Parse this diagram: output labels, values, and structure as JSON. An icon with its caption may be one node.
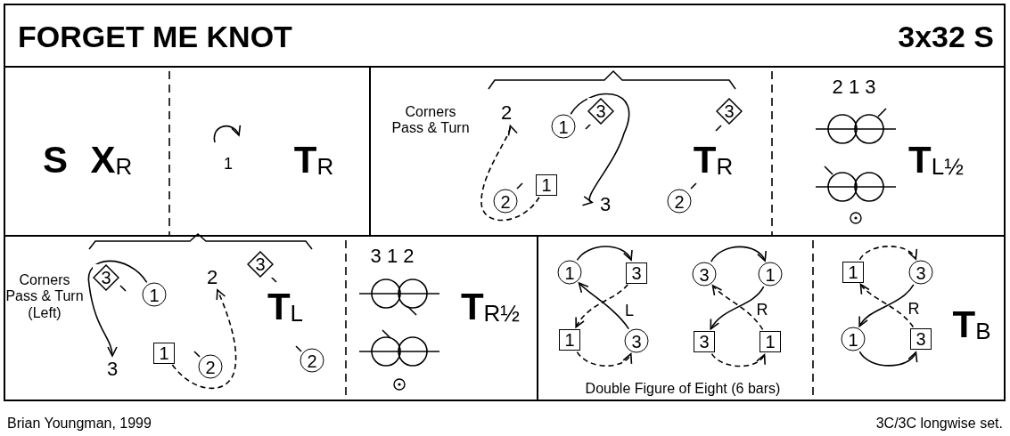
{
  "diagram": {
    "title": "FORGET ME KNOT",
    "nodes": [
      {
        "text": [
          "1"
        ]
      },
      {
        "text": [
          "3"
        ]
      },
      {
        "text": [
          "1"
        ]
      },
      {
        "text": [
          "2"
        ]
      },
      {
        "text": [
          "2"
        ]
      },
      {
        "text": [
          "3"
        ]
      },
      {
        "text": [
          "3"
        ]
      },
      {
        "text": [
          "2"
        ]
      },
      {
        "text": [
          "3"
        ]
      },
      {
        "text": [
          "1"
        ]
      },
      {
        "text": [
          "2"
        ]
      },
      {
        "text": [
          "3"
        ]
      },
      {
        "text": [
          "3"
        ]
      },
      {
        "text": [
          "1"
        ]
      },
      {
        "text": [
          "2"
        ]
      },
      {
        "text": [
          "2"
        ]
      },
      {
        "text": [
          "1"
        ]
      },
      {
        "text": [
          "3"
        ]
      },
      {
        "text": [
          "1"
        ]
      },
      {
        "text": [
          "3"
        ]
      },
      {
        "text": [
          "3"
        ]
      },
      {
        "text": [
          "1"
        ]
      },
      {
        "text": [
          "3"
        ]
      },
      {
        "text": [
          "1"
        ]
      },
      {
        "text": [
          "1"
        ]
      },
      {
        "text": [
          "3"
        ]
      },
      {
        "text": [
          "1"
        ]
      },
      {
        "text": [
          "3"
        ]
      }
    ],
    "edges": [
      {
        "from": 0,
        "to": 5,
        "arrow": "to"
      },
      {
        "from": 2,
        "to": 4,
        "arrow": "to",
        "style": "dashed"
      },
      {
        "from": 9,
        "to": 12,
        "arrow": "to"
      },
      {
        "from": 13,
        "to": 10,
        "arrow": "to",
        "style": "dashed"
      },
      {
        "from": 16,
        "to": 17,
        "arrow": "to"
      },
      {
        "from": 17,
        "to": 18,
        "arrow": "to",
        "style": "dashed"
      },
      {
        "from": 19,
        "to": 16,
        "arrow": "to"
      },
      {
        "from": 18,
        "to": 19,
        "arrow": "to",
        "style": "dashed"
      },
      {
        "from": 20,
        "to": 21,
        "arrow": "to"
      },
      {
        "from": 21,
        "to": 22,
        "arrow": "to"
      },
      {
        "from": 23,
        "to": 20,
        "arrow": "to",
        "style": "dashed"
      },
      {
        "from": 22,
        "to": 23,
        "arrow": "to",
        "style": "dashed"
      },
      {
        "from": 24,
        "to": 25,
        "arrow": "to",
        "style": "dashed"
      },
      {
        "from": 25,
        "to": 26,
        "arrow": "to"
      },
      {
        "from": 27,
        "to": 24,
        "arrow": "to",
        "style": "dashed"
      },
      {
        "from": 26,
        "to": 27,
        "arrow": "to"
      }
    ],
    "labels": [
      "3x32 S",
      "S",
      "X$_{R}$",
      "1",
      "T$_{R}$",
      "Corners Pass & Turn",
      "T$_{R}$",
      "2 1 3",
      "T$_{L½}$",
      "Corners Pass & Turn (Left)",
      "T$_{L}$",
      "3 1 2",
      "T$_{R½}$",
      "L",
      "R",
      "R",
      "T$_{B}$",
      "Double Figure of Eight (6 bars)",
      "Brian Youngman, 1999",
      "3C/3C longwise set."
    ]
  }
}
